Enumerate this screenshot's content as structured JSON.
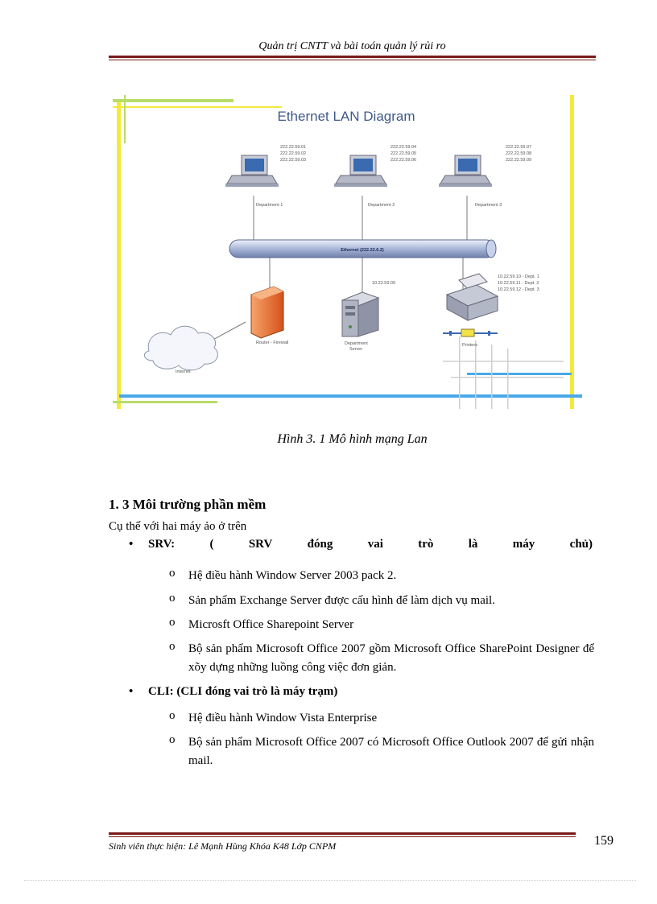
{
  "header": {
    "title": "Quản trị CNTT và bài toán quản lý rủi ro"
  },
  "figure": {
    "title": "Ethernet LAN Diagram",
    "backbone_label": "Ethernet (222.22.6.2)",
    "departments": [
      {
        "label": "Department 1",
        "ips": [
          "222.22.59.01",
          "222.22.59.02",
          "222.22.59.03"
        ]
      },
      {
        "label": "Department 2",
        "ips": [
          "222.22.59.04",
          "222.22.59.05",
          "222.22.59.06"
        ]
      },
      {
        "label": "Department 3",
        "ips": [
          "222.22.59.07",
          "222.22.59.08",
          "222.22.59.09"
        ]
      }
    ],
    "router_label": "Router - Firewall",
    "server_label_1": "Department",
    "server_label_2": "Server",
    "server_ip": "10.22.59.09",
    "printers_label": "Printers",
    "printer_ips": [
      "10.22.59.10 - Dept. 1",
      "10.22.59.11 - Dept. 2",
      "10.22.59.12 - Dept. 3"
    ],
    "internet_label": "Internet",
    "colors": {
      "accent_yellow": "#f2ea3a",
      "accent_green": "#b8dc6a",
      "accent_blue": "#4aa8e8",
      "firewall": "#e8692a",
      "title": "#3f5a8a"
    }
  },
  "caption": "Hình 3. 1 Mô hình mạng Lan",
  "section": {
    "heading": "1. 3 Môi trường phần mềm",
    "intro": "Cụ thể với hai máy ảo ở trên",
    "bullets": [
      {
        "parts": [
          "SRV:",
          "(",
          "SRV",
          "đóng",
          "vai",
          "trò",
          "là",
          "máy",
          "chủ)"
        ],
        "items": [
          " Hệ điều hành Window Server 2003 pack 2.",
          "Sản phẩm Exchange Server được cấu hình để làm dịch vụ mail.",
          "Microsft Office Sharepoint Server",
          "Bộ sản phẩm Microsoft Office 2007 gồm Microsoft Office SharePoint Designer để xõy dựng những luồng công việc đơn giản."
        ]
      },
      {
        "label": "CLI:  (CLI đóng vai trò là máy trạm)",
        "items": [
          "Hệ điều hành Window Vista Enterprise",
          "Bộ sản phẩm Microsoft Office 2007 có Microsoft Office Outlook 2007 để gửi nhận mail."
        ]
      }
    ],
    "bullet_glyph": "•",
    "sub_glyph": "o"
  },
  "footer": {
    "student": "Sinh viên thực hiện: Lê Mạnh Hùng Khóa K48 Lớp CNPM",
    "page_number": "159"
  }
}
